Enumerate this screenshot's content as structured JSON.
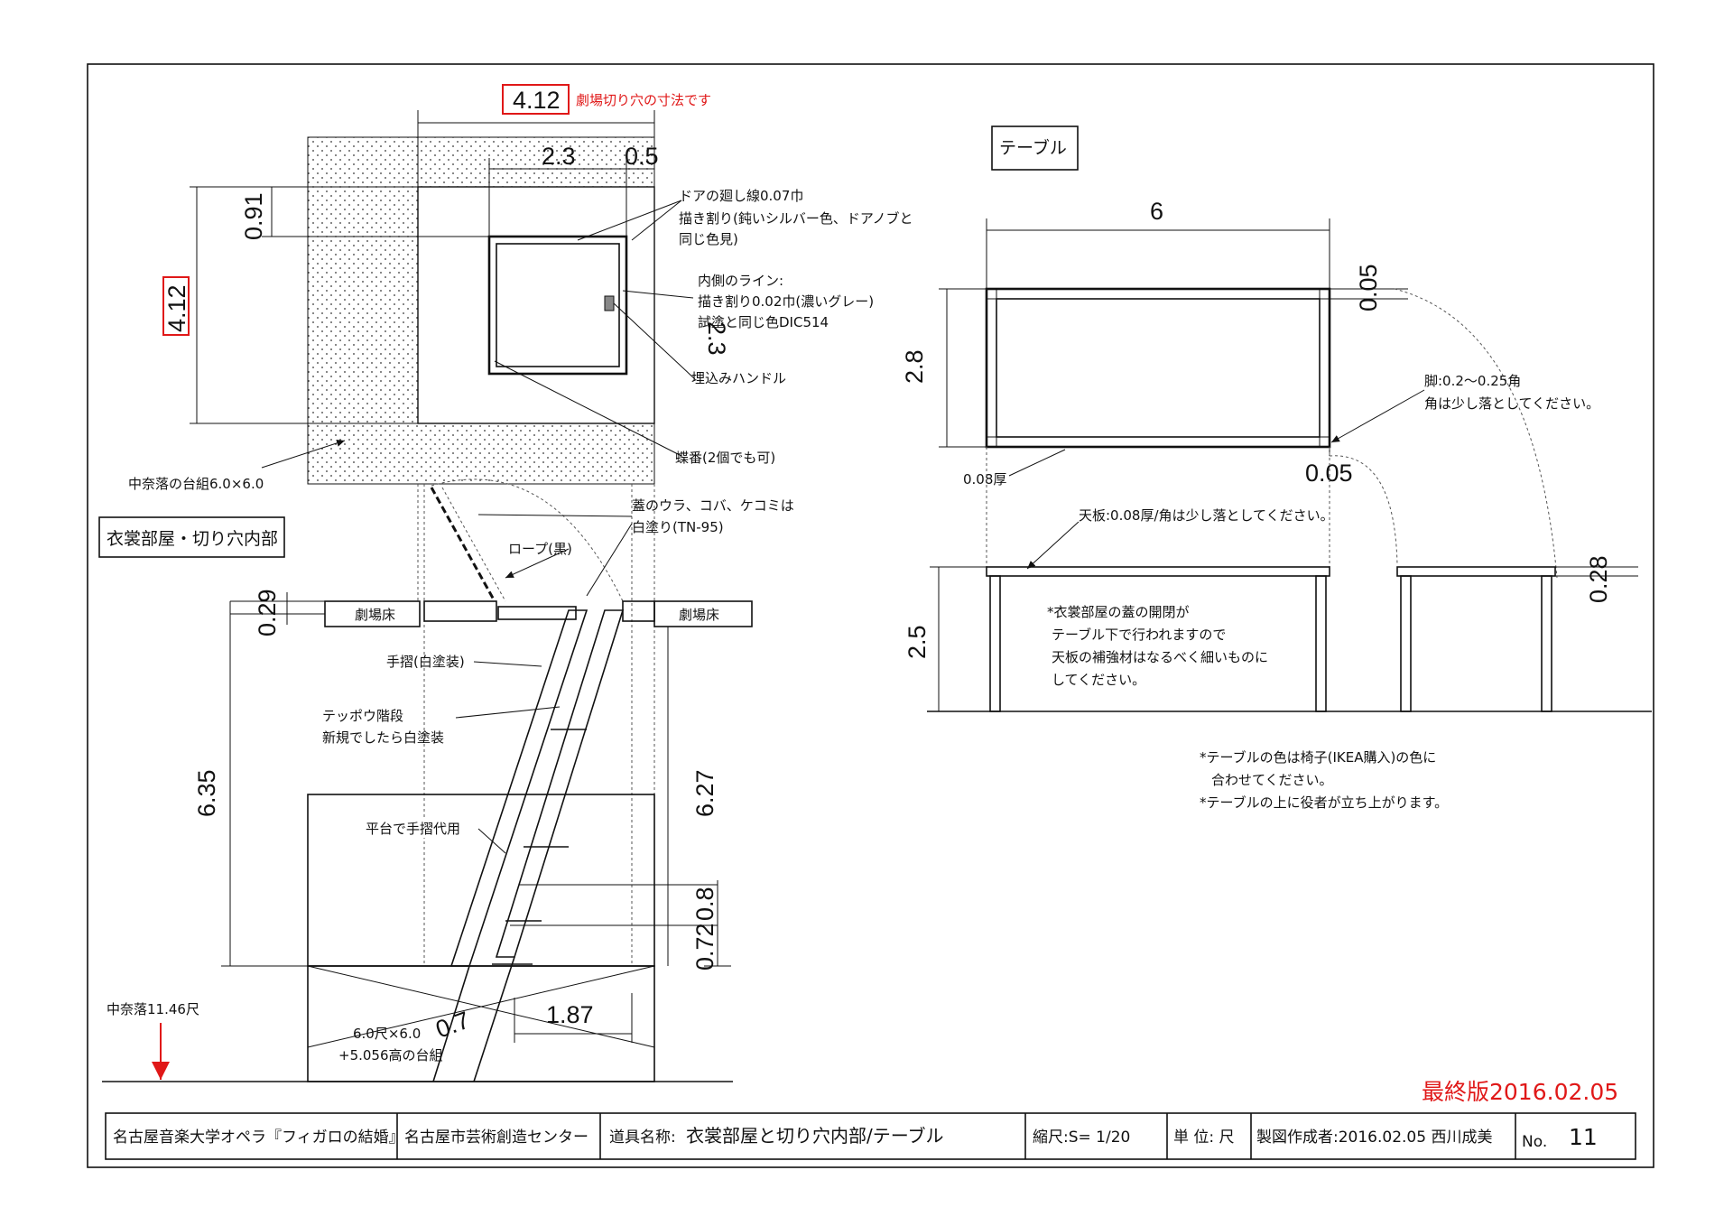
{
  "left_view": {
    "top_dim": "4.12",
    "top_dim_note": "劇場切り穴の寸法です",
    "dim_2_3": "2.3",
    "dim_0_5": "0.5",
    "dim_0_91": "0.91",
    "dim_4_12_left": "4.12",
    "dim_2_3_right": "2.3",
    "door_note": [
      "ドアの廻し線0.07巾",
      "描き割り(鈍いシルバー色、ドアノブと",
      "同じ色見)"
    ],
    "inner_note": [
      "内側のライン:",
      "描き割り0.02巾(濃いグレー)",
      "試塗と同じ色DIC514"
    ],
    "handle_note": "埋込みハンドル",
    "hinge_note": "蝶番(2個でも可)",
    "base_note": "中奈落の台組6.0×6.0",
    "section_label": "衣裳部屋・切り穴内部",
    "lid_note": [
      "蓋のウラ、コバ、ケコミは",
      "白塗り(TN-95)"
    ],
    "rope_note": "ロープ(黒)",
    "stage_floor_left": "劇場床",
    "stage_floor_right": "劇場床",
    "dim_0_29": "0.29",
    "handrail_note": "手摺(白塗装)",
    "stair_note": [
      "テッポウ階段",
      "新規でしたら白塗装"
    ],
    "platform_note": "平台で手摺代用",
    "dim_6_35": "6.35",
    "dim_6_27": "6.27",
    "dim_0_8": "0.8",
    "dim_0_72": "0.72",
    "dim_1_87": "1.87",
    "dim_0_7": "0.7",
    "base_bottom_note": [
      "6.0尺×6.0",
      "+5.056高の台組"
    ],
    "naraku_note": "中奈落11.46尺"
  },
  "right_view": {
    "label": "テーブル",
    "dim_6": "6",
    "dim_2_8": "2.8",
    "dim_0_05_top": "0.05",
    "dim_0_05_bottom": "0.05",
    "leg_note": [
      "脚:0.2〜0.25角",
      "角は少し落としてください。"
    ],
    "thick_note": "0.08厚",
    "top_note": "天板:0.08厚/角は少し落としてください。",
    "dim_2_5": "2.5",
    "dim_0_28": "0.28",
    "under_note": [
      "*衣裳部屋の蓋の開閉が",
      "テーブル下で行われますので",
      "天板の補強材はなるべく細いものに",
      "してください。"
    ],
    "color_note": [
      "*テーブルの色は椅子(IKEA購入)の色に",
      "合わせてください。",
      "*テーブルの上に役者が立ち上がります。"
    ]
  },
  "final_stamp": "最終版2016.02.05",
  "title_block": {
    "production": "名古屋音楽大学オペラ『フィガロの結婚』",
    "venue": "名古屋市芸術創造センター",
    "prop_name_label": "道具名称:",
    "prop_name": "衣裳部屋と切り穴内部/テーブル",
    "scale": "縮尺:S= 1/20",
    "unit": "単 位: 尺",
    "drafter": "製図作成者:2016.02.05 西川成美",
    "no_label": "No.",
    "no_value": "11"
  },
  "colors": {
    "line": "#111111",
    "accent_red": "#e01818"
  }
}
